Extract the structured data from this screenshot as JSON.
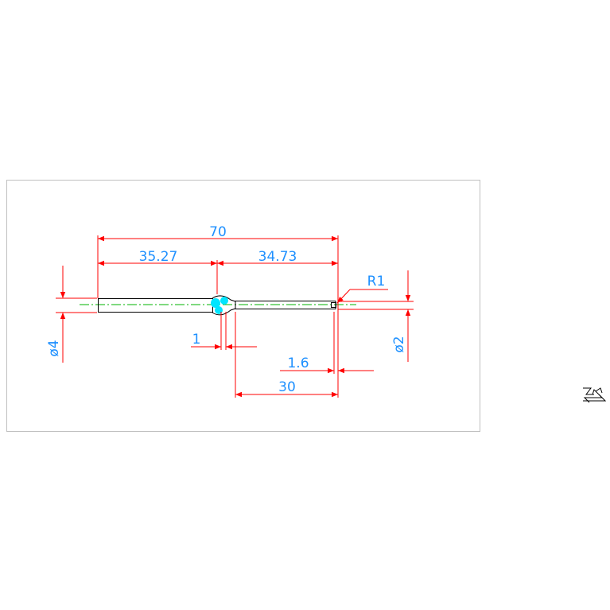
{
  "drawing": {
    "dimensions": {
      "overall_length": "70",
      "left_length": "35.27",
      "right_length": "34.73",
      "radius": "R1",
      "left_diameter": "ø4",
      "right_diameter": "ø2",
      "gap": "1",
      "tip_length": "1.6",
      "section_length": "30"
    },
    "colors": {
      "dimension_line": "#ff0000",
      "dimension_text": "#1e90ff",
      "outline": "#000000",
      "centerline": "#00b300",
      "joint": "#00e5ff",
      "frame": "#c0c0c0",
      "background": "#ffffff"
    }
  },
  "ucs_icon": "ucs-icon"
}
